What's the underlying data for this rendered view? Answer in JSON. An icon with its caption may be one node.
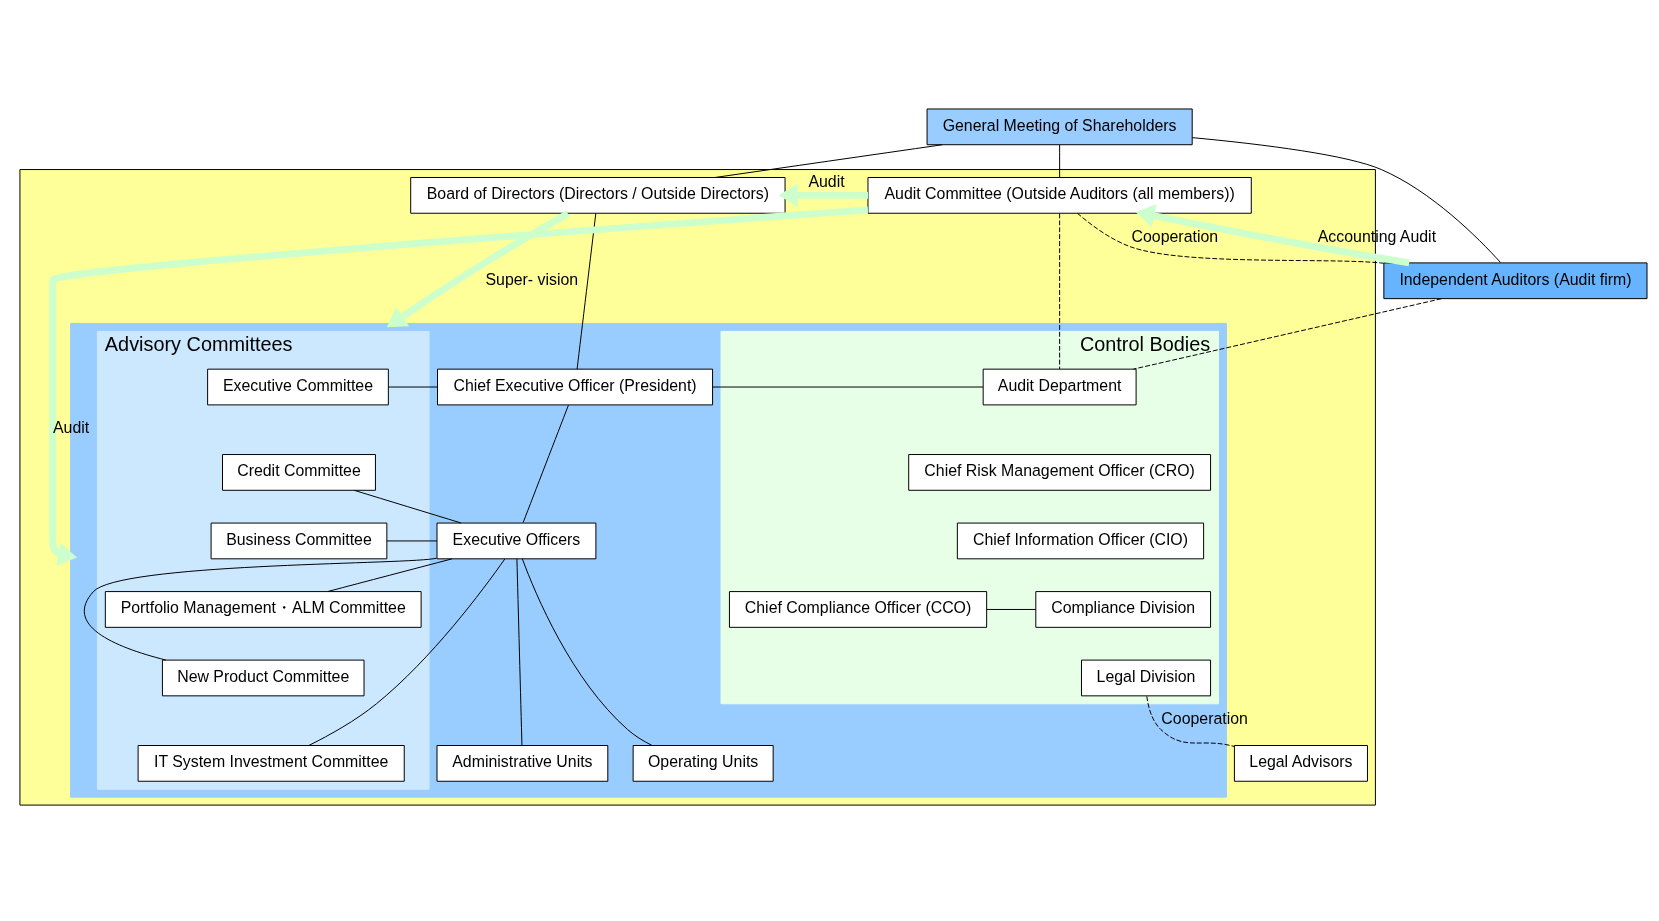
{
  "diagram": {
    "nodes": [
      {
        "text": [
          "General Meeting of Shareholders"
        ]
      },
      {
        "text": [],
        "shape": "box"
      },
      {
        "text": [
          "Board of Directors (Directors / Outside Directors)"
        ],
        "in": 1
      },
      {
        "text": [
          "Audit Committee (Outside Auditors (all members))"
        ],
        "in": 1
      },
      {
        "text": [
          "Independent Auditors (Audit firm)"
        ]
      },
      {
        "text": [],
        "shape": "box",
        "in": 1
      },
      {
        "text": [
          "Advisory Committees"
        ],
        "in": 5
      },
      {
        "text": [
          "Executive Committee"
        ],
        "in": 6
      },
      {
        "text": [
          "Credit Committee"
        ],
        "in": 6
      },
      {
        "text": [
          "Business Committee"
        ],
        "in": 6
      },
      {
        "text": [
          "Portfolio Management・ALM Committee"
        ],
        "in": 6
      },
      {
        "text": [
          "New Product Committee"
        ],
        "in": 6
      },
      {
        "text": [
          "IT System Investment Committee"
        ],
        "in": 6
      },
      {
        "text": [
          "Chief Executive Officer (President)"
        ],
        "in": 5
      },
      {
        "text": [
          "Executive Officers"
        ],
        "in": 5
      },
      {
        "text": [
          "Operating Units"
        ],
        "in": 5
      },
      {
        "text": [
          "Administrative Units"
        ],
        "in": 5
      },
      {
        "text": [
          "Control Bodies"
        ],
        "in": 5
      },
      {
        "text": [
          "Audit Department"
        ],
        "in": 17
      },
      {
        "text": [
          "Chief Risk Management Officer (CRO)"
        ],
        "in": 17
      },
      {
        "text": [
          "Chief Information Officer (CIO)"
        ],
        "in": 17
      },
      {
        "text": [
          "Compliance Division"
        ],
        "in": 17
      },
      {
        "text": [
          "Chief Compliance Officer (CCO)"
        ],
        "in": 17
      },
      {
        "text": [
          "Legal Division"
        ],
        "in": 17
      },
      {
        "text": [
          "Legal Advisors"
        ],
        "in": 1
      }
    ],
    "edges": [
      {
        "from": 0,
        "to": 2,
        "arrow": "none"
      },
      {
        "from": 0,
        "to": 3,
        "arrow": "none"
      },
      {
        "from": 0,
        "to": 4,
        "arrow": "none"
      },
      {
        "from": 3,
        "to": 2,
        "arrow": "to",
        "label": "Audit",
        "style": "thick",
        "color": "#ccffcc"
      },
      {
        "from": 4,
        "to": 3,
        "arrow": "to",
        "label": "Accounting Audit",
        "style": "thick",
        "color": "#ccffcc"
      },
      {
        "from": 2,
        "to": 5,
        "arrow": "to",
        "label": "Super- vision",
        "style": "thick",
        "color": "#ccffcc"
      },
      {
        "from": 3,
        "to": 5,
        "arrow": "to",
        "label": "Audit",
        "style": "thick",
        "color": "#ccffcc"
      },
      {
        "from": 3,
        "to": 4,
        "arrow": "none",
        "label": "Cooperation",
        "style": "dashed"
      },
      {
        "from": 3,
        "to": 18,
        "arrow": "none",
        "style": "dashed"
      },
      {
        "from": 4,
        "to": 18,
        "arrow": "none",
        "style": "dashed"
      },
      {
        "from": 2,
        "to": 13,
        "arrow": "none"
      },
      {
        "from": 13,
        "to": 7,
        "arrow": "none"
      },
      {
        "from": 13,
        "to": 18,
        "arrow": "none"
      },
      {
        "from": 13,
        "to": 14,
        "arrow": "none"
      },
      {
        "from": 8,
        "to": 14,
        "arrow": "none"
      },
      {
        "from": 9,
        "to": 14,
        "arrow": "none"
      },
      {
        "from": 10,
        "to": 14,
        "arrow": "none"
      },
      {
        "from": 11,
        "to": 14,
        "arrow": "none"
      },
      {
        "from": 12,
        "to": 14,
        "arrow": "none"
      },
      {
        "from": 14,
        "to": 15,
        "arrow": "none"
      },
      {
        "from": 14,
        "to": 16,
        "arrow": "none"
      },
      {
        "from": 21,
        "to": 22,
        "arrow": "none"
      },
      {
        "from": 23,
        "to": 24,
        "arrow": "none",
        "label": "Cooperation",
        "style": "dashed"
      }
    ]
  }
}
